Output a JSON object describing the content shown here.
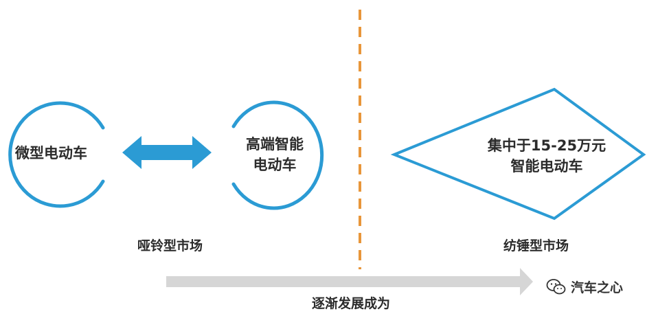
{
  "left_group": {
    "node1": "微型电动车",
    "node2_line1": "高端智能",
    "node2_line2": "电动车",
    "market": "哑铃型市场"
  },
  "right_group": {
    "node_line1": "集中于15-25万元",
    "node_line2": "智能电动车",
    "market": "纺锤型市场"
  },
  "trend": "逐渐发展成为",
  "watermark": "汽车之心",
  "colors": {
    "blue": "#2b9bd4",
    "divider": "#e8963a",
    "trend_arrow": "#d6d6d6"
  },
  "icons": [
    "double-arrow-icon",
    "trend-arrow-icon",
    "wechat-icon"
  ]
}
